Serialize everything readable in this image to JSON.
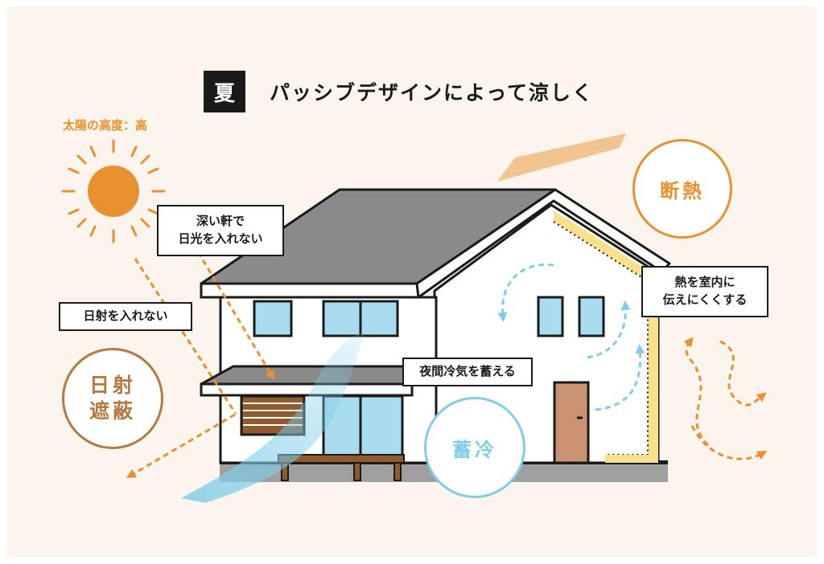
{
  "title": {
    "season": "夏",
    "text": "パッシブデザインによって涼しく"
  },
  "sun": {
    "label": "太陽の高度：高"
  },
  "labels": {
    "deep_eaves": "深い軒で\n日光を入れない",
    "block_sunlight": "日射を入れない",
    "night_air": "夜間冷気を蓄える",
    "insulation_desc": "熱を室内に\n伝えにくくする"
  },
  "circles": {
    "insulation": "断熱",
    "shading": "日射\n遮蔽",
    "cool_storage": "蓄冷"
  },
  "colors": {
    "background": "#fcf5ee",
    "orange": "#e8912e",
    "brown": "#b57a44",
    "light_blue": "#7fcde8",
    "roof_gray": "#8a8a8a",
    "window_blue": "#a9dcef",
    "insulation_yellow": "#f8e08c",
    "door_brown": "#c99371"
  }
}
